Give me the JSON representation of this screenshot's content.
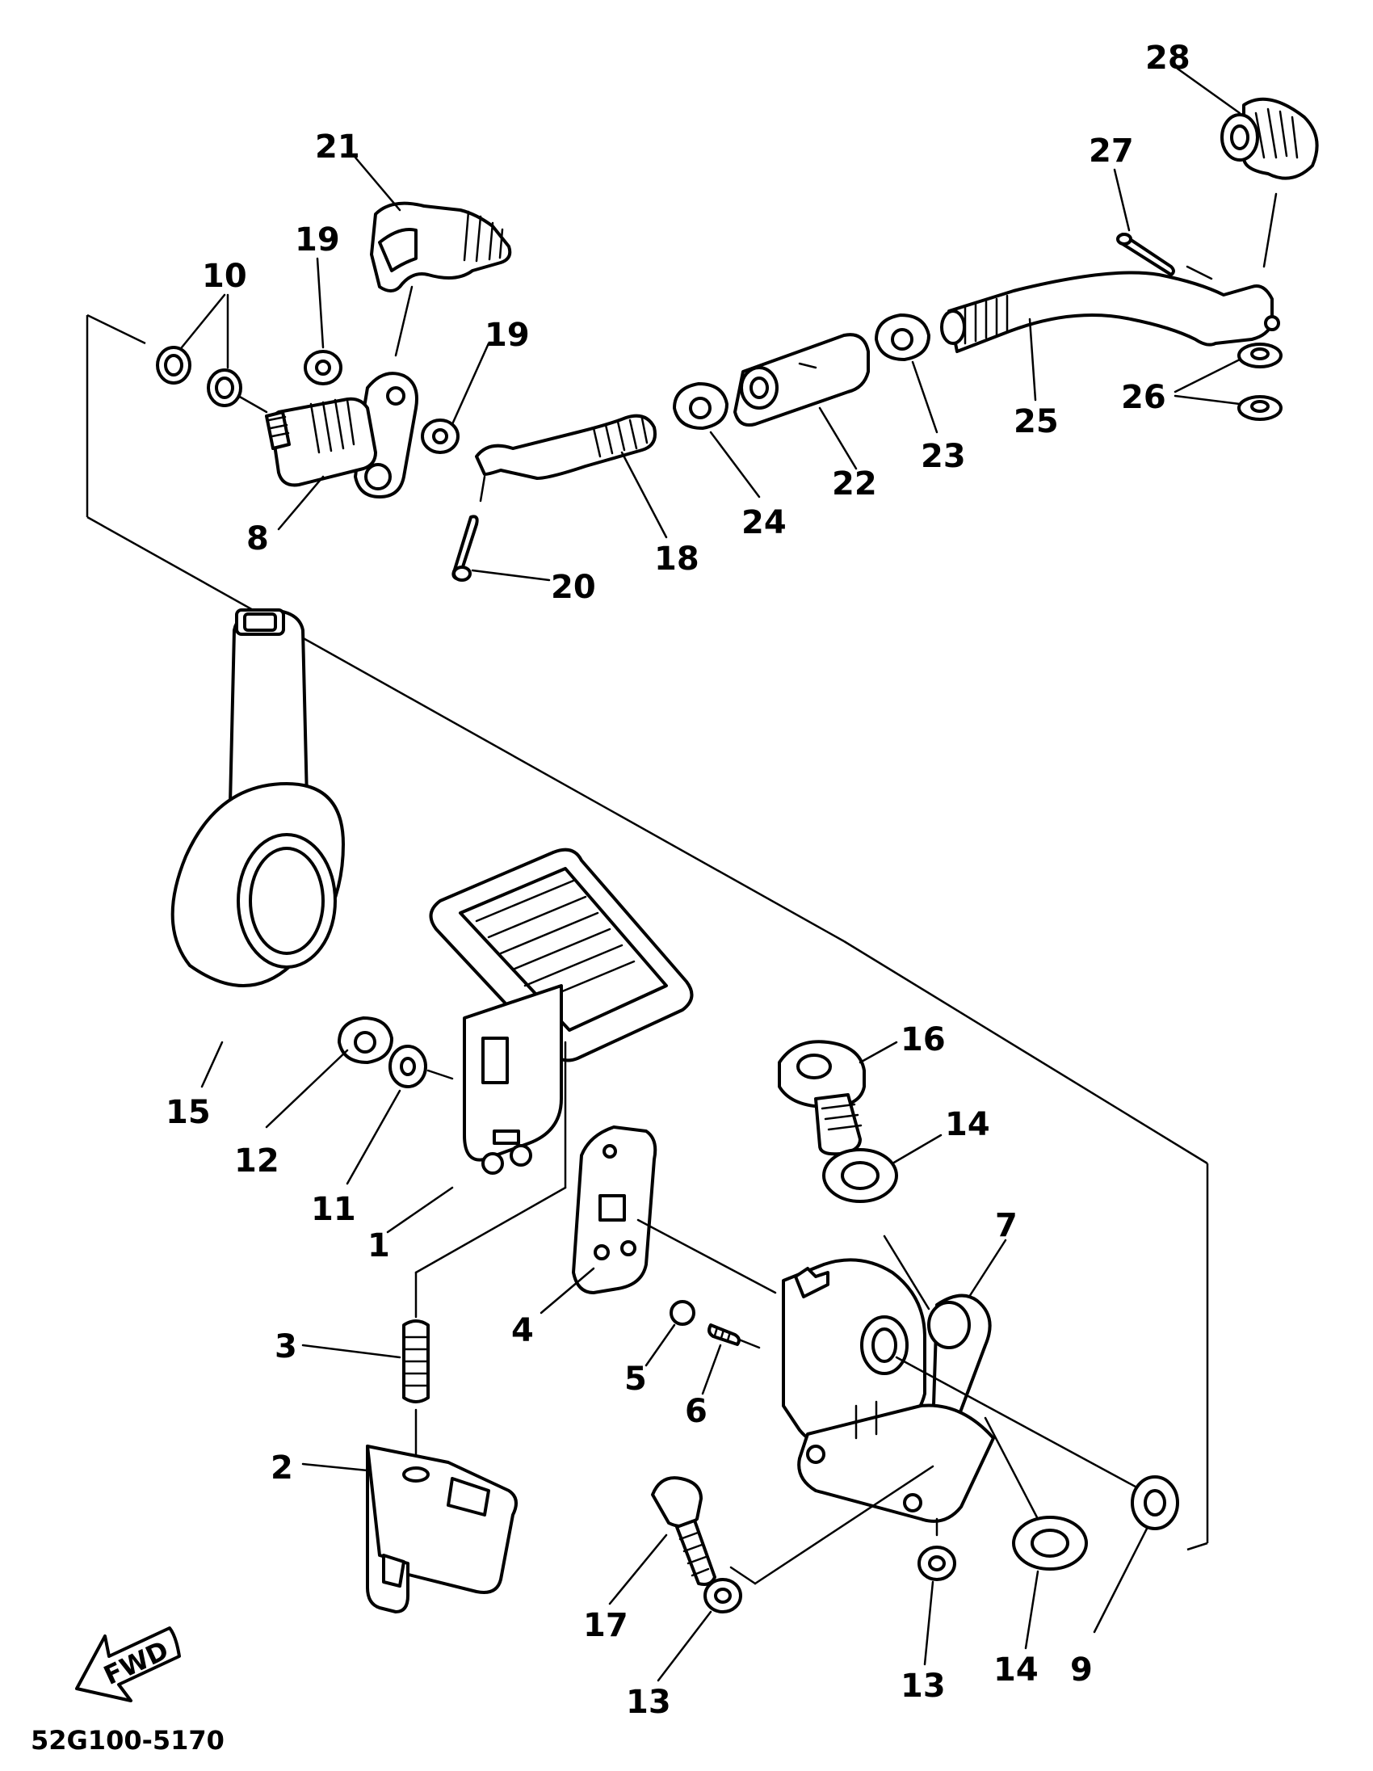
{
  "diagram_code": "52G100-5170",
  "direction_label": "FWD",
  "callouts": {
    "c1": "1",
    "c2": "2",
    "c3": "3",
    "c4": "4",
    "c5": "5",
    "c6": "6",
    "c7": "7",
    "c8": "8",
    "c9": "9",
    "c10": "10",
    "c11": "11",
    "c12": "12",
    "c13a": "13",
    "c13b": "13",
    "c14a": "14",
    "c14b": "14",
    "c15": "15",
    "c16": "16",
    "c17": "17",
    "c18": "18",
    "c19a": "19",
    "c19b": "19",
    "c20": "20",
    "c21": "21",
    "c22": "22",
    "c23": "23",
    "c24": "24",
    "c25": "25",
    "c26": "26",
    "c27": "27",
    "c28": "28"
  },
  "colors": {
    "ink": "#000000",
    "paper": "#ffffff"
  }
}
